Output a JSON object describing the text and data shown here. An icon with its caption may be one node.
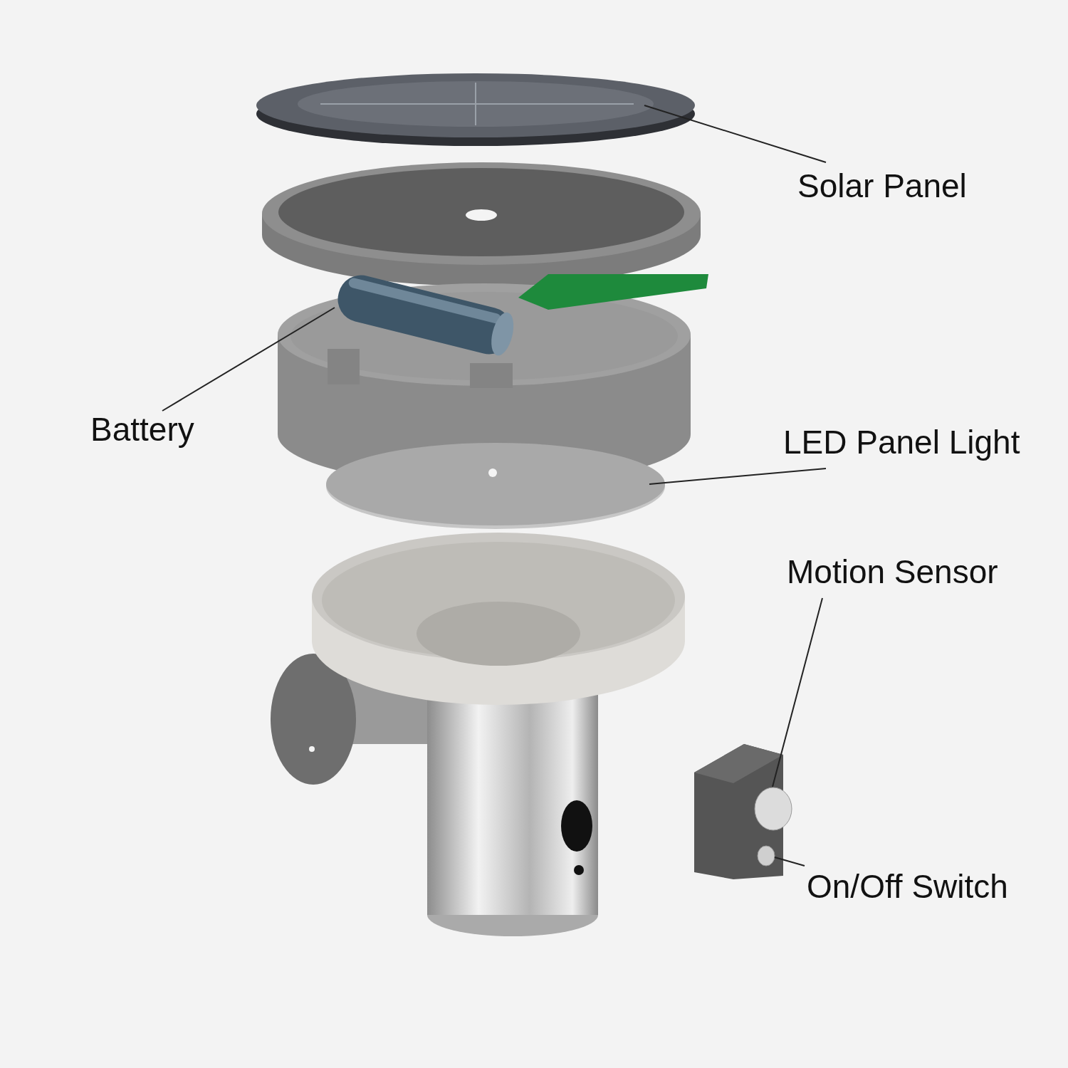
{
  "diagram": {
    "nodes": [
      {
        "text": [
          "Solar Panel"
        ]
      },
      {
        "text": [],
        "shape": "picture"
      },
      {
        "text": [
          "Battery"
        ]
      },
      {
        "text": [],
        "shape": "picture"
      },
      {
        "text": [
          "LED Panel Light"
        ]
      },
      {
        "text": [],
        "shape": "picture"
      },
      {
        "text": [
          "Motion Sensor"
        ]
      },
      {
        "text": [],
        "shape": "circle"
      },
      {
        "text": [
          "On/Off Switch"
        ]
      },
      {
        "text": [],
        "shape": "circle"
      }
    ],
    "edges": [
      {
        "from": 0,
        "to": 1,
        "arrow": "none"
      },
      {
        "from": 2,
        "to": 3,
        "arrow": "none"
      },
      {
        "from": 4,
        "to": 5,
        "arrow": "none"
      },
      {
        "from": 6,
        "to": 7,
        "arrow": "none"
      },
      {
        "from": 8,
        "to": 9,
        "arrow": "none"
      }
    ]
  }
}
